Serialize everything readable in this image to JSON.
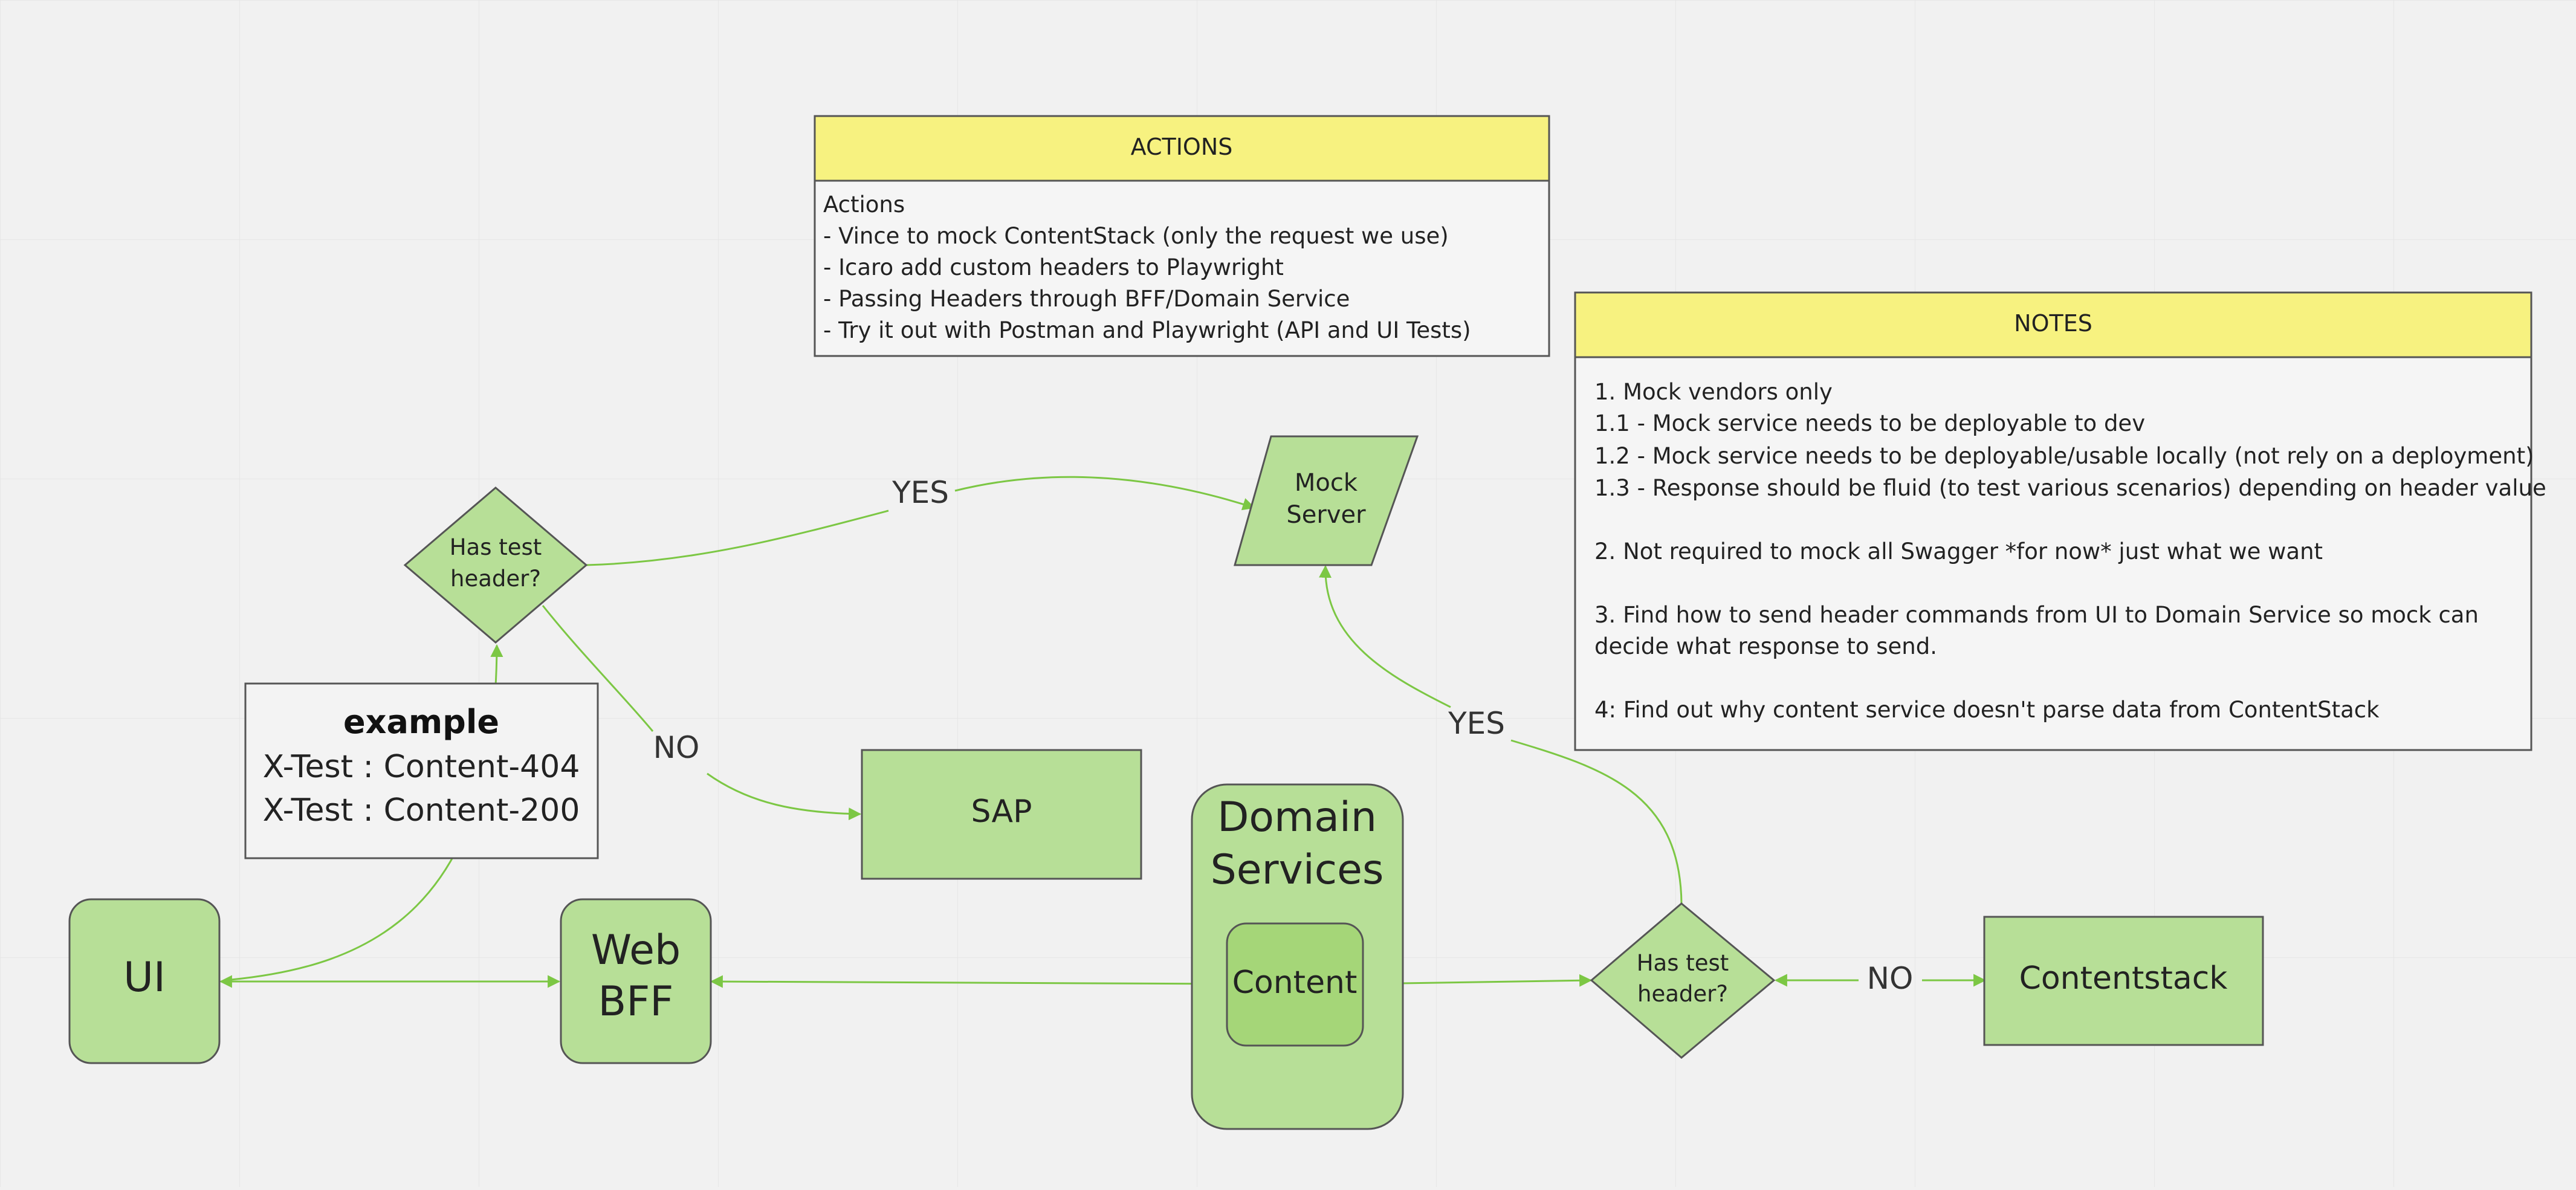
{
  "actions": {
    "header": "ACTIONS",
    "lines": [
      "Actions",
      "- Vince to mock ContentStack (only the request we use)",
      "- Icaro add custom headers to Playwright",
      "- Passing Headers through BFF/Domain Service",
      "- Try it out with Postman and Playwright (API and UI Tests)"
    ]
  },
  "notes": {
    "header": "NOTES",
    "lines": [
      "1. Mock vendors only",
      "1.1 - Mock service needs to be deployable to dev",
      "1.2 - Mock service needs to be deployable/usable locally (not rely on a deployment)",
      "1.3 - Response should be fluid (to test various scenarios) depending on header value",
      "2. Not required to mock all Swagger *for now* just what we want",
      "3. Find how to send header commands from UI to Domain Service so mock can",
      "decide what response to send.",
      "4: Find out why content service doesn't parse data from ContentStack"
    ]
  },
  "example": {
    "title": "example",
    "lines": [
      "X-Test : Content-404",
      "X-Test : Content-200"
    ]
  },
  "nodes": {
    "ui": "UI",
    "web_bff": [
      "Web",
      "BFF"
    ],
    "domain_services": [
      "Domain",
      "Services"
    ],
    "content": "Content",
    "sap": "SAP",
    "contentstack": "Contentstack",
    "mock_server": [
      "Mock",
      "Server"
    ],
    "decision_left": [
      "Has test",
      "header?"
    ],
    "decision_right": [
      "Has test",
      "header?"
    ]
  },
  "edge_labels": {
    "yes_top": "YES",
    "no_left": "NO",
    "yes_right": "YES",
    "no_right": "NO"
  },
  "colors": {
    "background": "#f1f1f1",
    "node_fill": "#b7df97",
    "node_fill_dark": "#a5d678",
    "connector": "#7cc744",
    "sticky_header": "#f7f280",
    "border": "#555555"
  }
}
